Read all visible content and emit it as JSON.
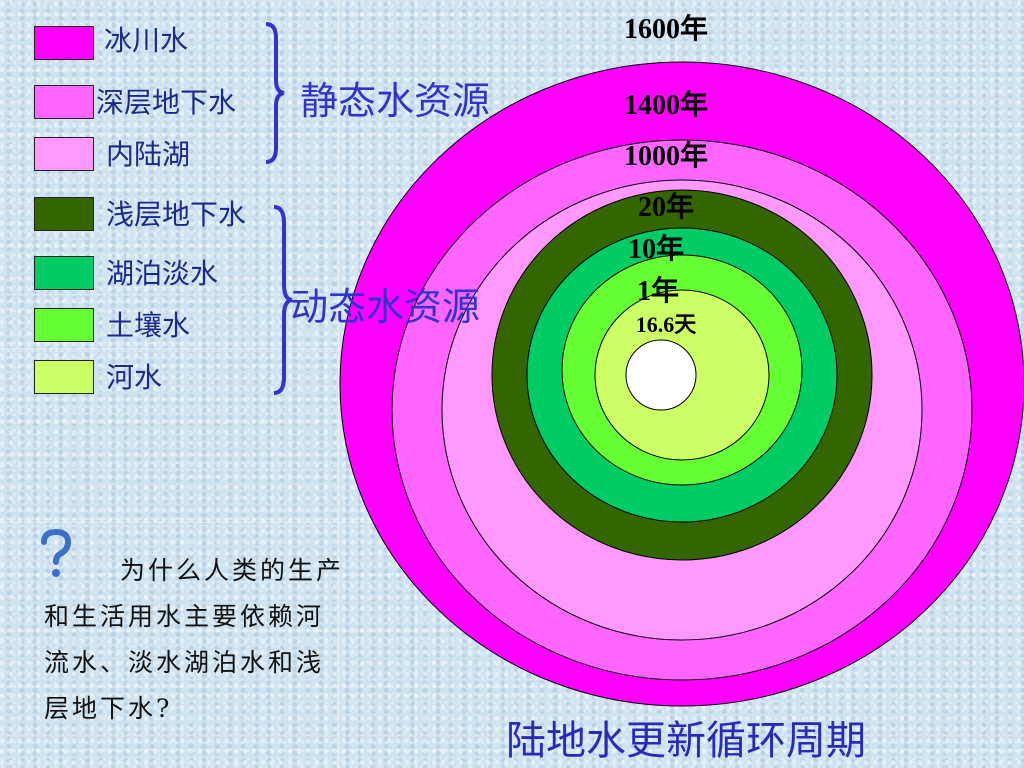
{
  "legend": [
    {
      "label": "冰川水",
      "color": "#ff00ff"
    },
    {
      "label": "深层地下水",
      "color": "#ff66ff"
    },
    {
      "label": "内陆湖",
      "color": "#ff99ff"
    },
    {
      "label": "浅层地下水",
      "color": "#336600"
    },
    {
      "label": "湖泊淡水",
      "color": "#00cc66"
    },
    {
      "label": "土壤水",
      "color": "#66ff33"
    },
    {
      "label": "河水",
      "color": "#ccff66"
    }
  ],
  "groups": {
    "static": "静态水资源",
    "dynamic": "动态水资源"
  },
  "rings": [
    {
      "label": "1600年",
      "color": "#ff00ff"
    },
    {
      "label": "1400年",
      "color": "#ff66ff"
    },
    {
      "label": "1000年",
      "color": "#ff99ff"
    },
    {
      "label": "20年",
      "color": "#336600"
    },
    {
      "label": "10年",
      "color": "#00cc66"
    },
    {
      "label": "1年",
      "color": "#66ff33"
    },
    {
      "label": "16.6天",
      "color": "#ccff66"
    }
  ],
  "question": {
    "icon": "question-mark-icon",
    "line1": "为什么人类的生产",
    "line2": "和生活用水主要依赖河",
    "line3": "流水、淡水湖泊水和浅",
    "line4": "层地下水?"
  },
  "caption": "陆地水更新循环周期"
}
